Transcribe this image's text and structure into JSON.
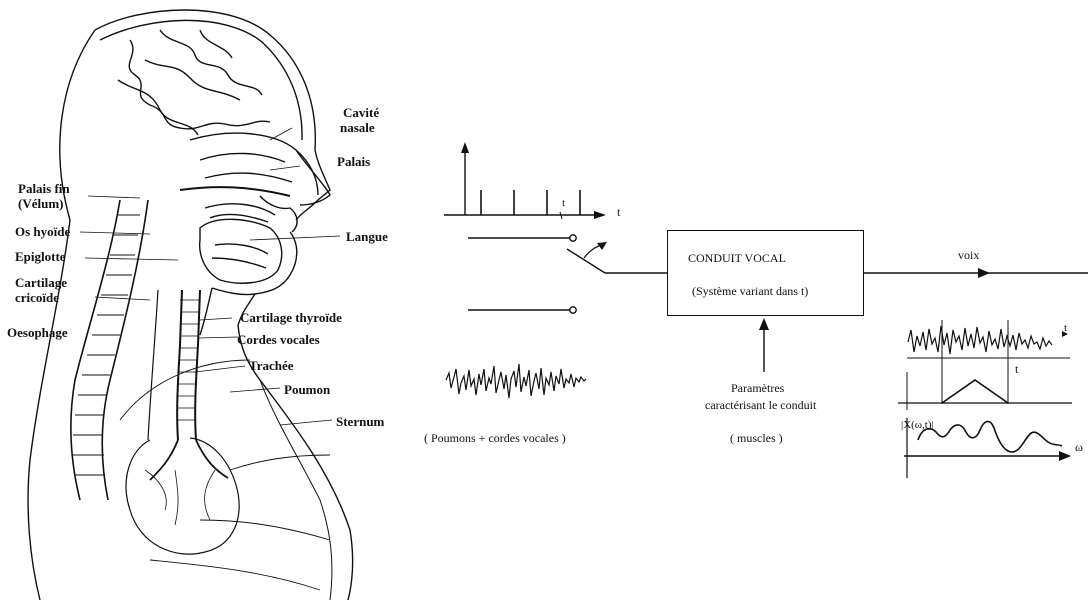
{
  "anatomy": {
    "labels": {
      "cavite_nasale_1": "Cavité",
      "cavite_nasale_2": "nasale",
      "palais": "Palais",
      "palais_fin_1": "Palais fin",
      "palais_fin_2": "(Vélum)",
      "os_hyoide": "Os hyoïde",
      "langue": "Langue",
      "epiglotte": "Epiglotte",
      "cartilage_cricoide_1": "Cartilage",
      "cartilage_cricoide_2": "cricoïde",
      "oesophage": "Oesophage",
      "cartilage_thyroide": "Cartilage thyroïde",
      "cordes_vocales": "Cordes vocales",
      "trachee": "Trachée",
      "poumon": "Poumon",
      "sternum": "Sternum"
    }
  },
  "model": {
    "excitation_t_axis": "t",
    "excitation_t_tick": "t",
    "source_caption": "( Poumons + cordes vocales )",
    "conduit_title": "CONDUIT VOCAL",
    "conduit_subtitle": "(Système variant dans t)",
    "output_label": "voix",
    "parametres_1": "Paramètres",
    "parametres_2": "caractérisant le conduit",
    "muscles": "( muscles )",
    "window_t": "t",
    "speech_t": "t",
    "spectrum_label": "|X(ω,t)|",
    "omega_label": "ω"
  }
}
